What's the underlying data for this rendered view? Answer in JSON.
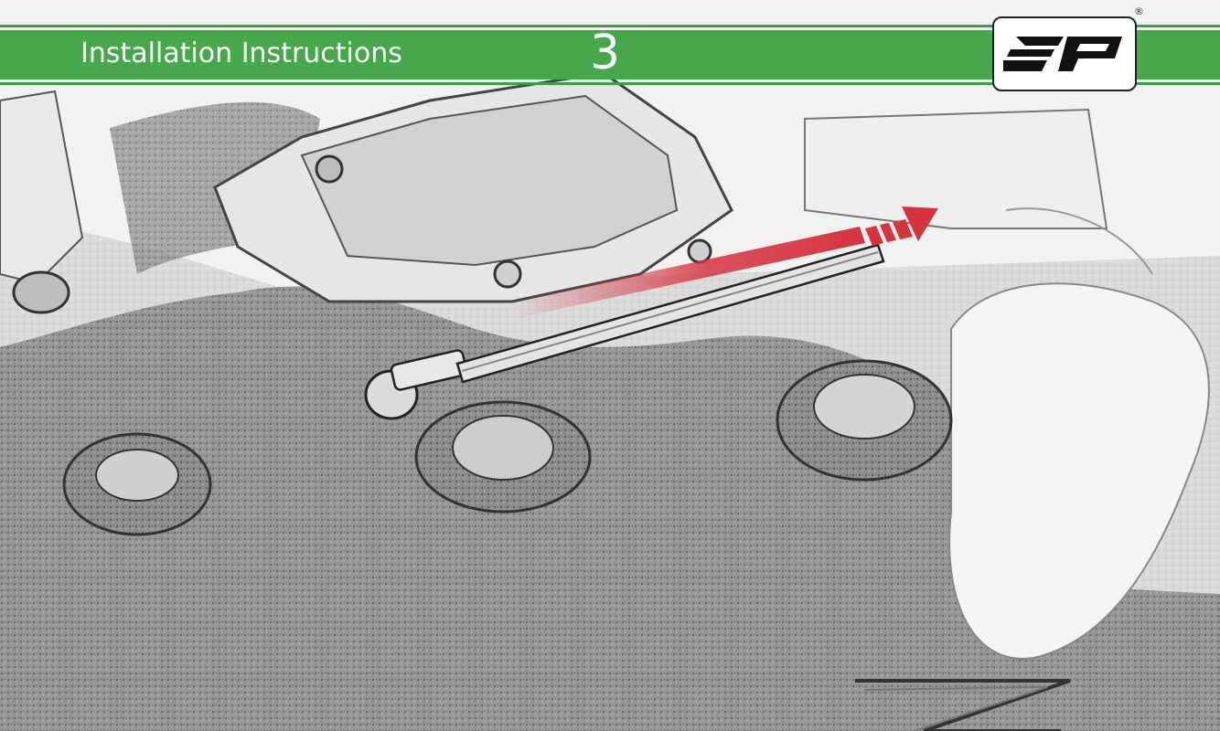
{
  "header": {
    "title": "Installation Instructions",
    "step_number": "3",
    "band_color": "#46a84b"
  },
  "logo": {
    "name": "ep-logo-icon",
    "text": "ep",
    "registered_mark": "®"
  },
  "illustration": {
    "subject": "motorcycle-top-clamp-pencil-sketch",
    "arrow_color": "#d6343f"
  }
}
